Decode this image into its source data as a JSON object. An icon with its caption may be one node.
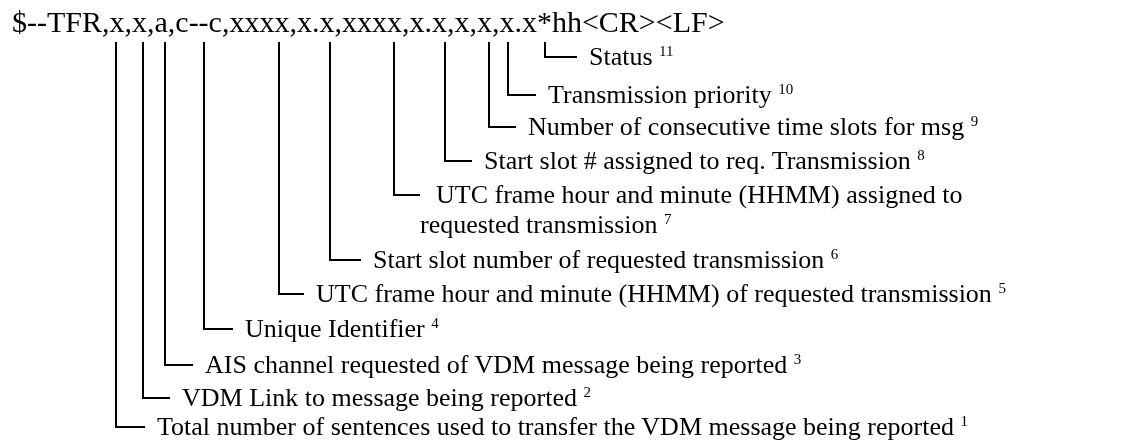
{
  "diagram": {
    "nodes": [
      {
        "text": [
          "$--TFR,x,x,a,c--c,xxxx,x.x,xxxx,x.x,x,x,x.x*hh<CR><LF>"
        ]
      },
      {
        "text": [
          "Status $^{11}$"
        ]
      },
      {
        "text": [
          "Transmission priority $^{10}$"
        ]
      },
      {
        "text": [
          "Number of consecutive time slots for msg $^{9}$"
        ]
      },
      {
        "text": [
          "Start slot # assigned to req. Transmission $^{8}$"
        ]
      },
      {
        "text": [
          "UTC frame hour and minute (HHMM) assigned to requested transmission $^{7}$"
        ]
      },
      {
        "text": [
          "Start slot number of requested transmission $^{6}$"
        ]
      },
      {
        "text": [
          "UTC frame hour and minute (HHMM) of requested transmission $^{5}$"
        ]
      },
      {
        "text": [
          "Unique Identifier $^{4}$"
        ]
      },
      {
        "text": [
          "AIS channel requested of VDM message being reported $^{3}$"
        ]
      },
      {
        "text": [
          "VDM Link to message being reported $^{2}$"
        ]
      },
      {
        "text": [
          "Total number of sentences used to transfer the VDM message being reported $^{1}$"
        ]
      }
    ],
    "edges": [
      {
        "from": 1,
        "to": 0,
        "arrow": "none"
      },
      {
        "from": 2,
        "to": 0,
        "arrow": "none"
      },
      {
        "from": 3,
        "to": 0,
        "arrow": "none"
      },
      {
        "from": 4,
        "to": 0,
        "arrow": "none"
      },
      {
        "from": 5,
        "to": 0,
        "arrow": "none"
      },
      {
        "from": 6,
        "to": 0,
        "arrow": "none"
      },
      {
        "from": 7,
        "to": 0,
        "arrow": "none"
      },
      {
        "from": 8,
        "to": 0,
        "arrow": "none"
      },
      {
        "from": 9,
        "to": 0,
        "arrow": "none"
      },
      {
        "from": 10,
        "to": 0,
        "arrow": "none"
      },
      {
        "from": 11,
        "to": 0,
        "arrow": "none"
      }
    ]
  }
}
